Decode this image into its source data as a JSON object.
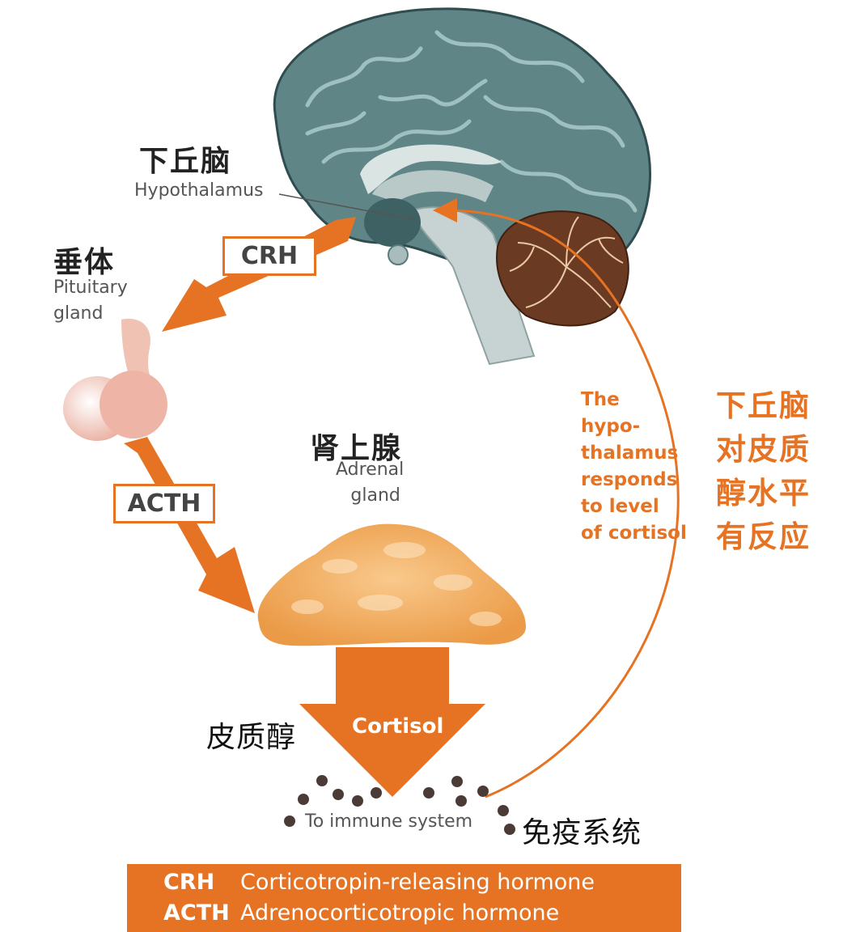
{
  "hypothalamus": {
    "cn": "下丘脑",
    "en": "Hypothalamus"
  },
  "pituitary": {
    "cn": "垂体",
    "en_line1": "Pituitary",
    "en_line2": "gland"
  },
  "adrenal": {
    "cn": "肾上腺",
    "en_line1": "Adrenal",
    "en_line2": "gland"
  },
  "crh_box": "CRH",
  "acth_box": "ACTH",
  "cortisol": {
    "en": "Cortisol",
    "cn": "皮质醇"
  },
  "immune": {
    "en": "To immune system",
    "cn": "免疫系统"
  },
  "feedback": {
    "en_lines": [
      "The",
      "hypo-",
      "thalamus",
      "responds",
      "to level",
      "of cortisol"
    ],
    "cn_lines": [
      "下丘脑",
      "对皮质",
      "醇水平",
      "有反应"
    ]
  },
  "legend": [
    {
      "abbr": "CRH",
      "full": "Corticotropin-releasing hormone"
    },
    {
      "abbr": "ACTH",
      "full": "Adrenocorticotropic hormone"
    }
  ],
  "colors": {
    "accent": "#e67323",
    "brain": "#5f8587",
    "cerebellum": "#6b3a22",
    "adrenal": "#f2a85a",
    "pituitary": "#f0c2b4"
  }
}
